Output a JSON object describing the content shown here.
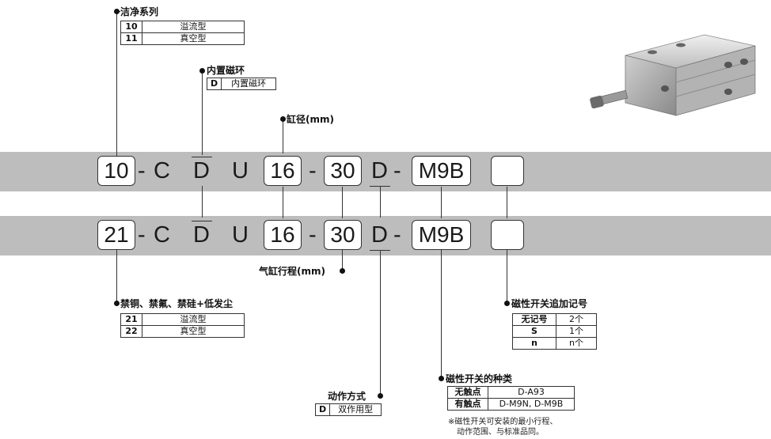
{
  "row1": {
    "series": "10",
    "c": "C",
    "mount": "D",
    "u": "U",
    "bore": "16",
    "stroke": "30",
    "action": "D",
    "switch": "M9B",
    "dash": "-"
  },
  "row2": {
    "series": "21",
    "c": "C",
    "mount": "D",
    "u": "U",
    "bore": "16",
    "stroke": "30",
    "action": "D",
    "switch": "M9B",
    "dash": "-"
  },
  "clean_series": {
    "title": "洁净系列",
    "rows": [
      {
        "code": "10",
        "desc": "溢流型"
      },
      {
        "code": "11",
        "desc": "真空型"
      }
    ]
  },
  "magnet": {
    "title": "内置磁环",
    "code": "D",
    "desc": "内置磁环"
  },
  "bore": {
    "title": "缸径(mm)"
  },
  "stroke": {
    "title": "气缸行程(mm)"
  },
  "forbid_series": {
    "title": "禁铜、禁氟、禁硅+低发尘",
    "rows": [
      {
        "code": "21",
        "desc": "溢流型"
      },
      {
        "code": "22",
        "desc": "真空型"
      }
    ]
  },
  "switch_suffix": {
    "title": "磁性开关追加记号",
    "rows": [
      {
        "code": "无记号",
        "desc": "2个"
      },
      {
        "code": "S",
        "desc": "1个"
      },
      {
        "code": "n",
        "desc": "n个"
      }
    ]
  },
  "switch_type": {
    "title": "磁性开关的种类",
    "rows": [
      {
        "code": "无触点",
        "desc": "D-A93"
      },
      {
        "code": "有触点",
        "desc": "D-M9N, D-M9B"
      }
    ],
    "note_l1": "※磁性开关可安装的最小行程、",
    "note_l2": "动作范围、与标准品同。"
  },
  "action": {
    "title": "动作方式",
    "code": "D",
    "desc": "双作用型"
  },
  "colors": {
    "band": "#bdbdbd",
    "line": "#333333"
  }
}
